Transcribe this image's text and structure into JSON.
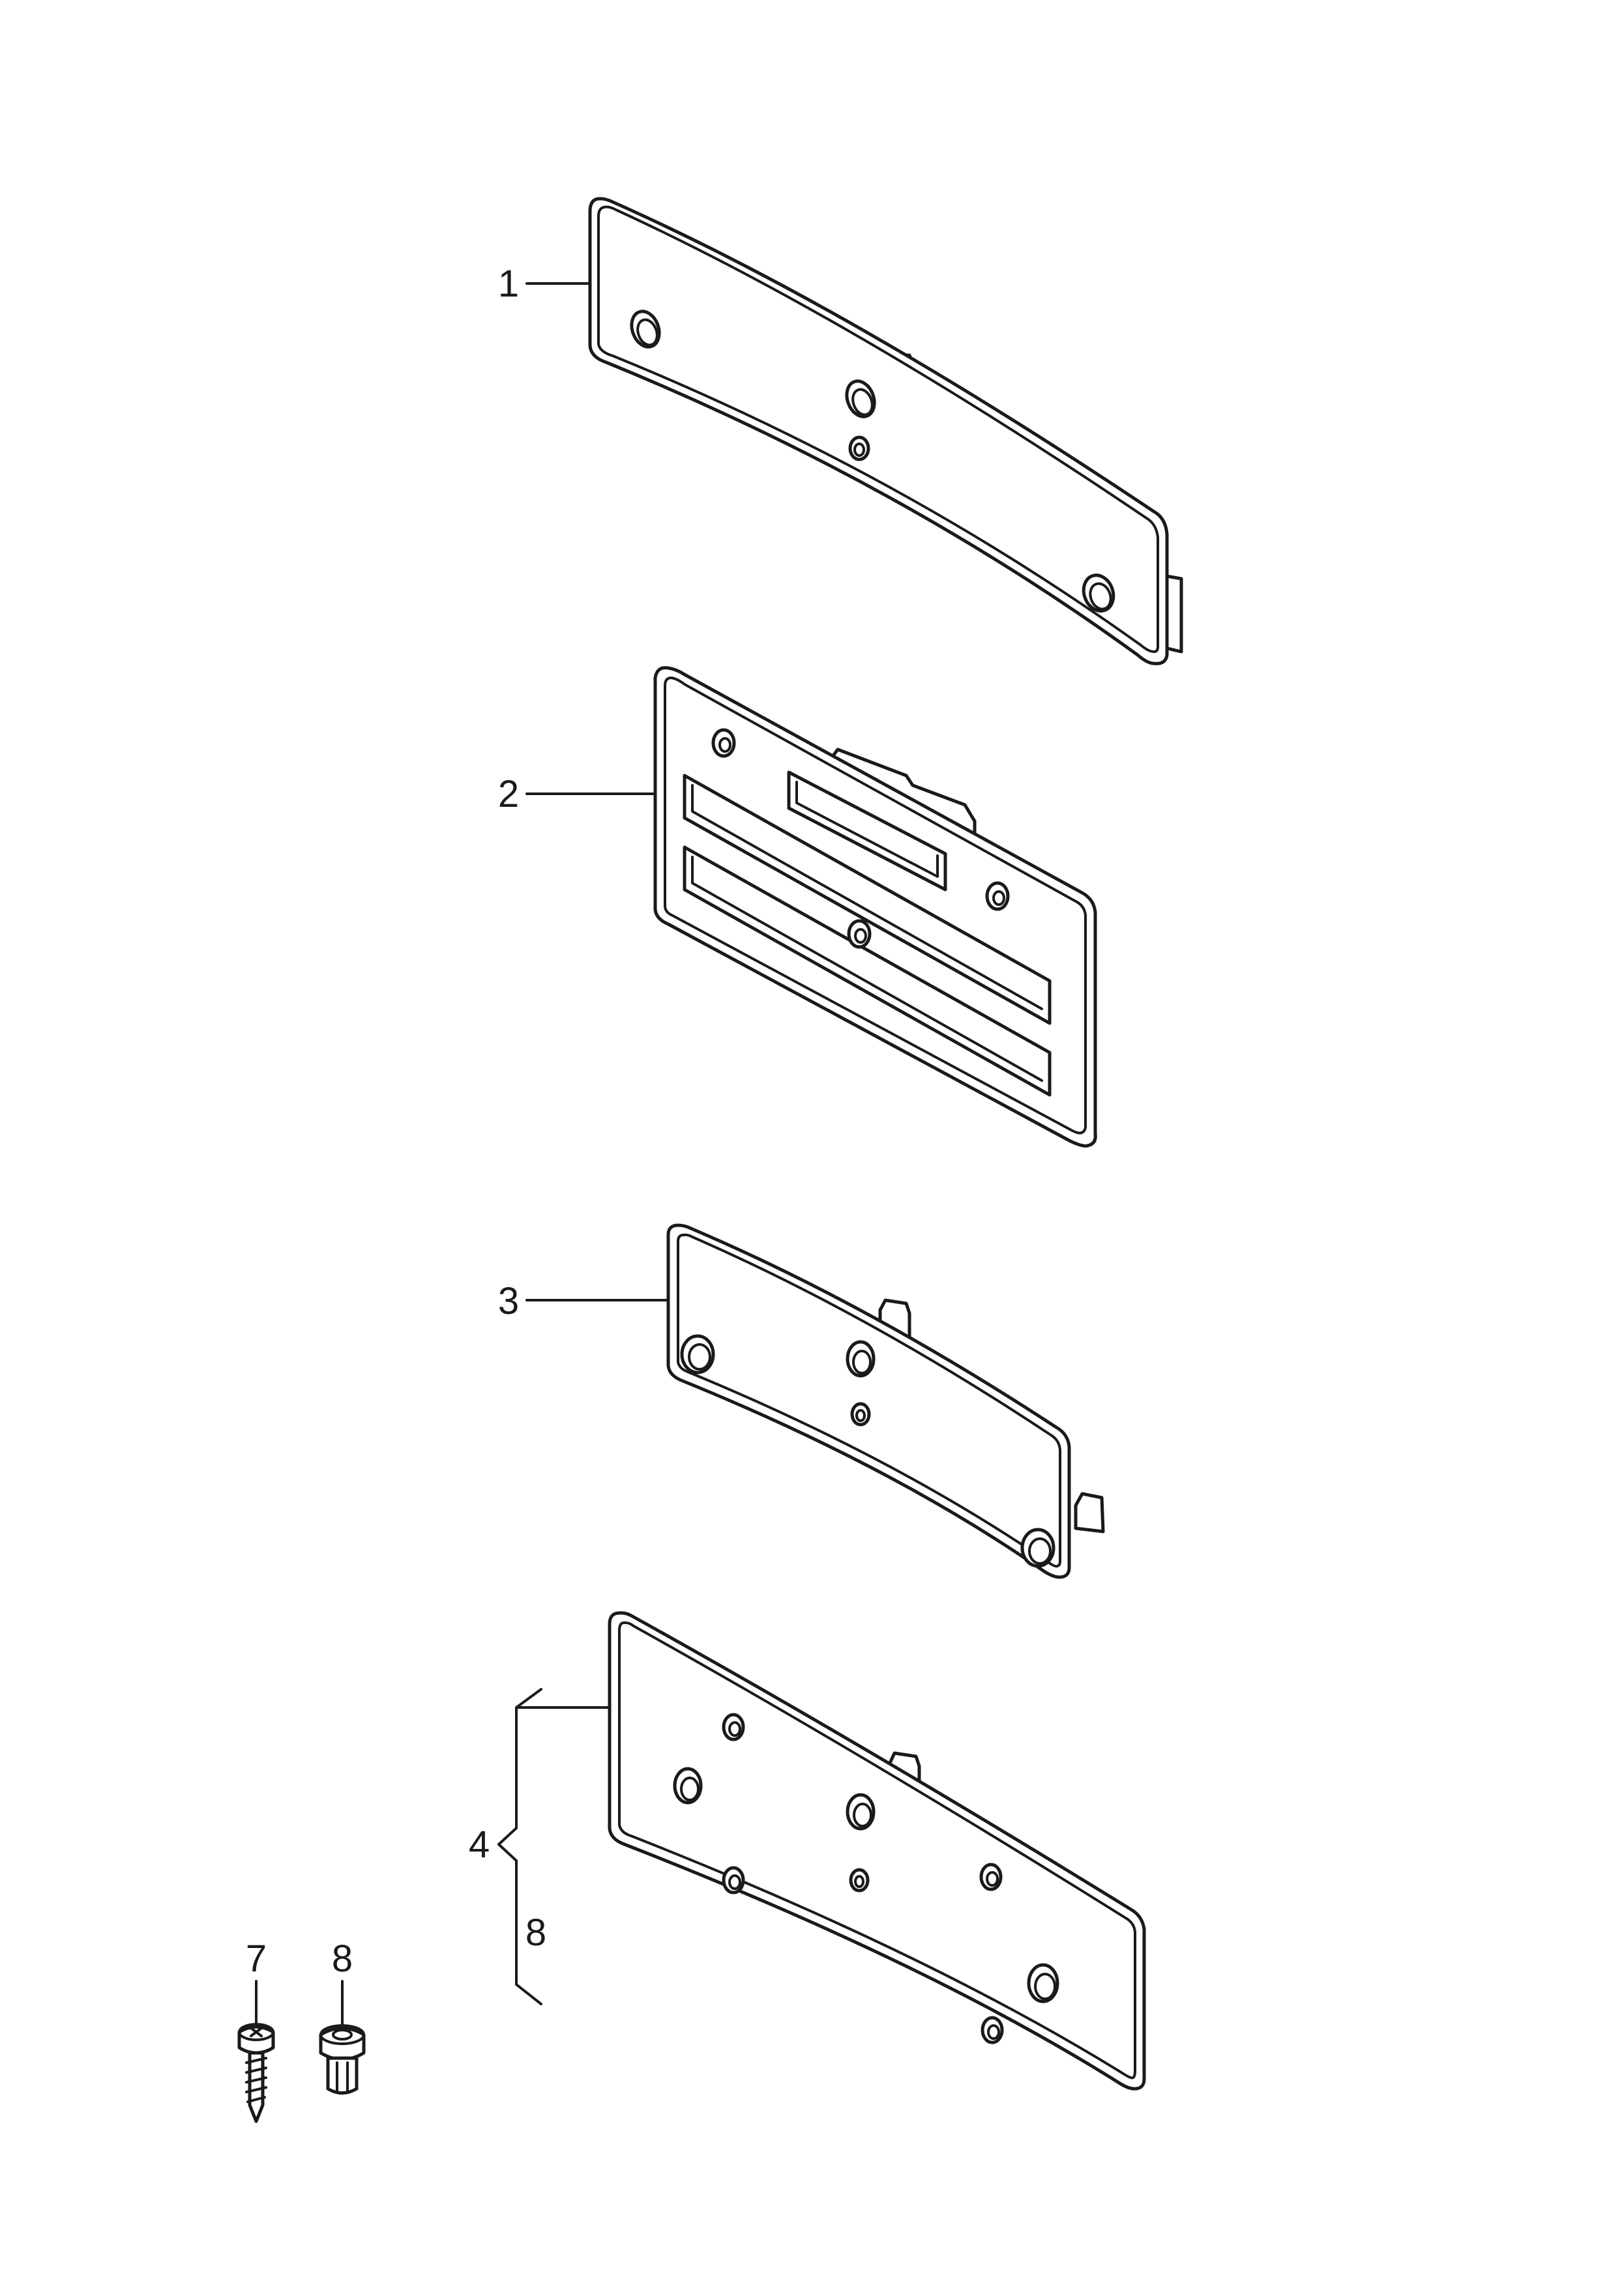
{
  "callouts": {
    "c1": "1",
    "c2": "2",
    "c3": "3",
    "c4": "4",
    "c7": "7",
    "c8": "8",
    "c8_bracket": "8"
  }
}
